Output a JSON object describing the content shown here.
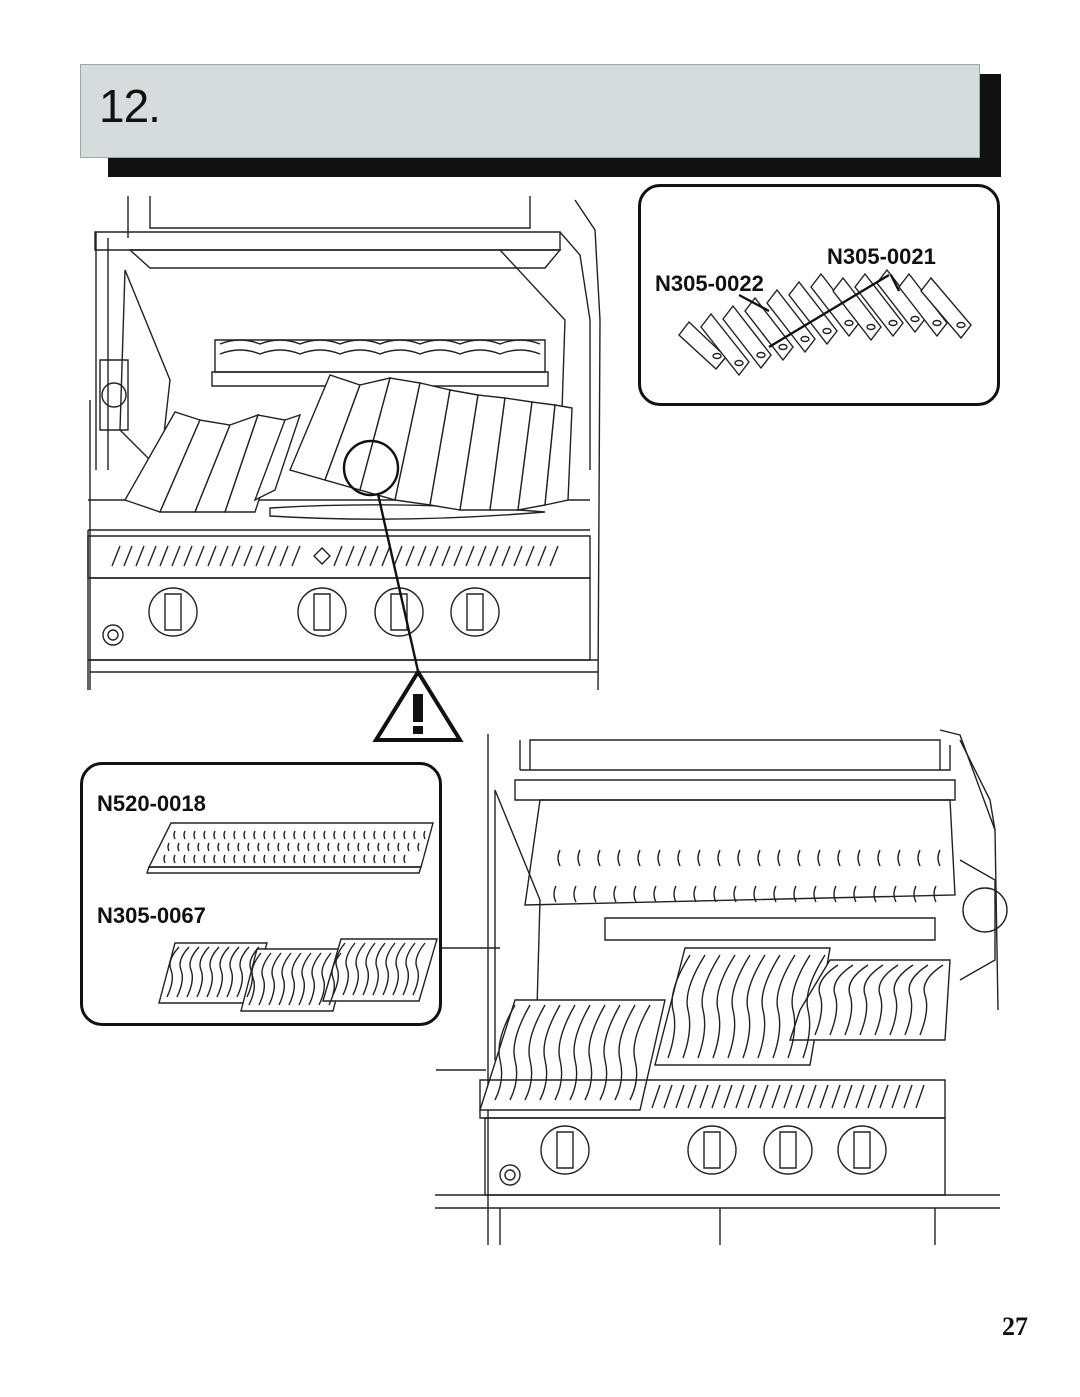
{
  "step": {
    "number": "12."
  },
  "callout_top": {
    "labels": [
      "N305-0021",
      "N305-0022"
    ]
  },
  "callout_bottom": {
    "labels": [
      "N520-0018",
      "N305-0067"
    ]
  },
  "icons": {
    "warning": "warning-triangle-icon",
    "detail_circle": "magnifier-circle-icon"
  },
  "page": {
    "number": "27"
  }
}
